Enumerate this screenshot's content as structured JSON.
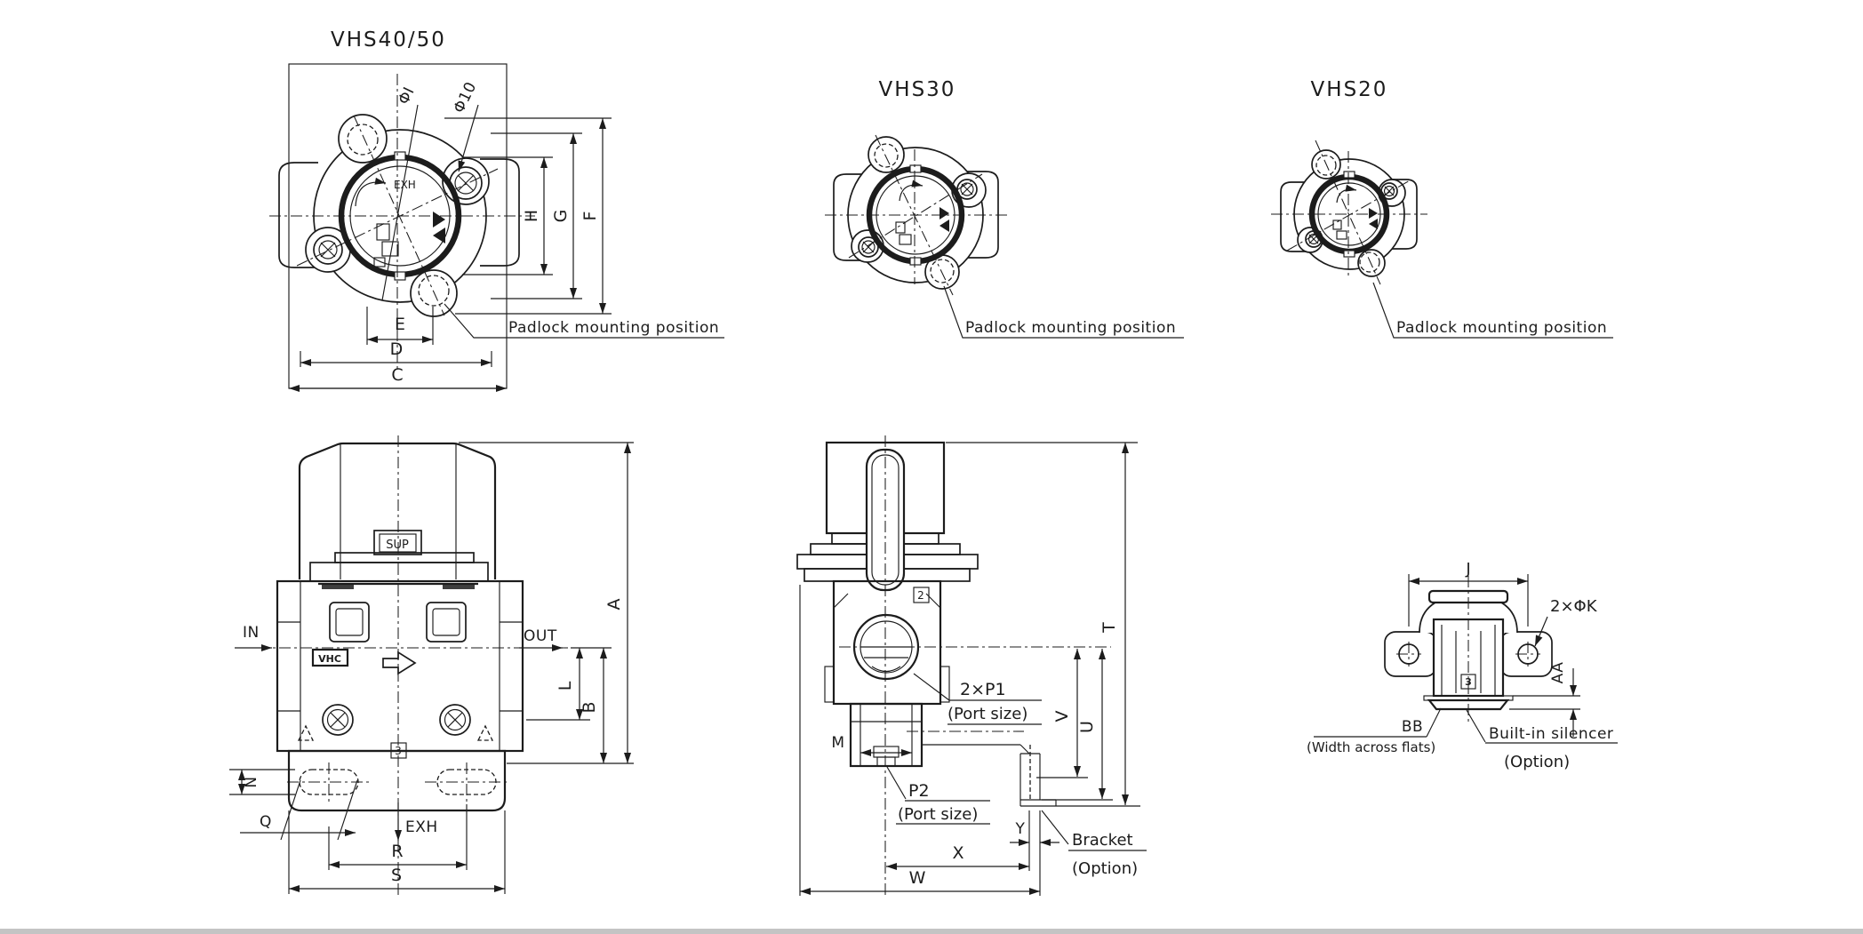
{
  "page": {
    "background": "#ffffff",
    "ink": "#1c1c1c",
    "footer_bar": "#c4c4c4"
  },
  "views": {
    "vhs4050": {
      "title": "VHS40/50",
      "phi_small": "ΦI",
      "phi_large": "Φ10",
      "exh_label": "EXH",
      "padlock_note": "Padlock mounting position",
      "dim_c": "C",
      "dim_d": "D",
      "dim_e": "E",
      "dim_f": "F",
      "dim_g": "G",
      "dim_h": "H"
    },
    "vhs30": {
      "title": "VHS30",
      "padlock_note": "Padlock mounting position"
    },
    "vhs20": {
      "title": "VHS20",
      "padlock_note": "Padlock mounting position"
    },
    "front": {
      "sup_label": "SUP",
      "in_label": "IN",
      "out_label": "OUT",
      "exh_label": "EXH",
      "logo": "VHC",
      "pos_tag": "3",
      "dim_a": "A",
      "dim_b": "B",
      "dim_l": "L",
      "dim_n": "N",
      "dim_q": "Q",
      "dim_r": "R",
      "dim_s": "S"
    },
    "side": {
      "pos_tag": "2",
      "p1_label": "2×P1",
      "p1_sub": "(Port size)",
      "p2_label": "P2",
      "p2_sub": "(Port size)",
      "bracket_label": "Bracket",
      "bracket_sub": "(Option)",
      "dim_m": "M",
      "dim_t": "T",
      "dim_u": "U",
      "dim_v": "V",
      "dim_w": "W",
      "dim_x": "X",
      "dim_y": "Y"
    },
    "silencer": {
      "pos_tag": "3",
      "phik_label": "2×ΦK",
      "bb_label": "BB",
      "bb_sub": "(Width across flats)",
      "silencer_label": "Built-in silencer",
      "silencer_sub": "(Option)",
      "dim_j": "J",
      "dim_aa": "AA"
    }
  }
}
